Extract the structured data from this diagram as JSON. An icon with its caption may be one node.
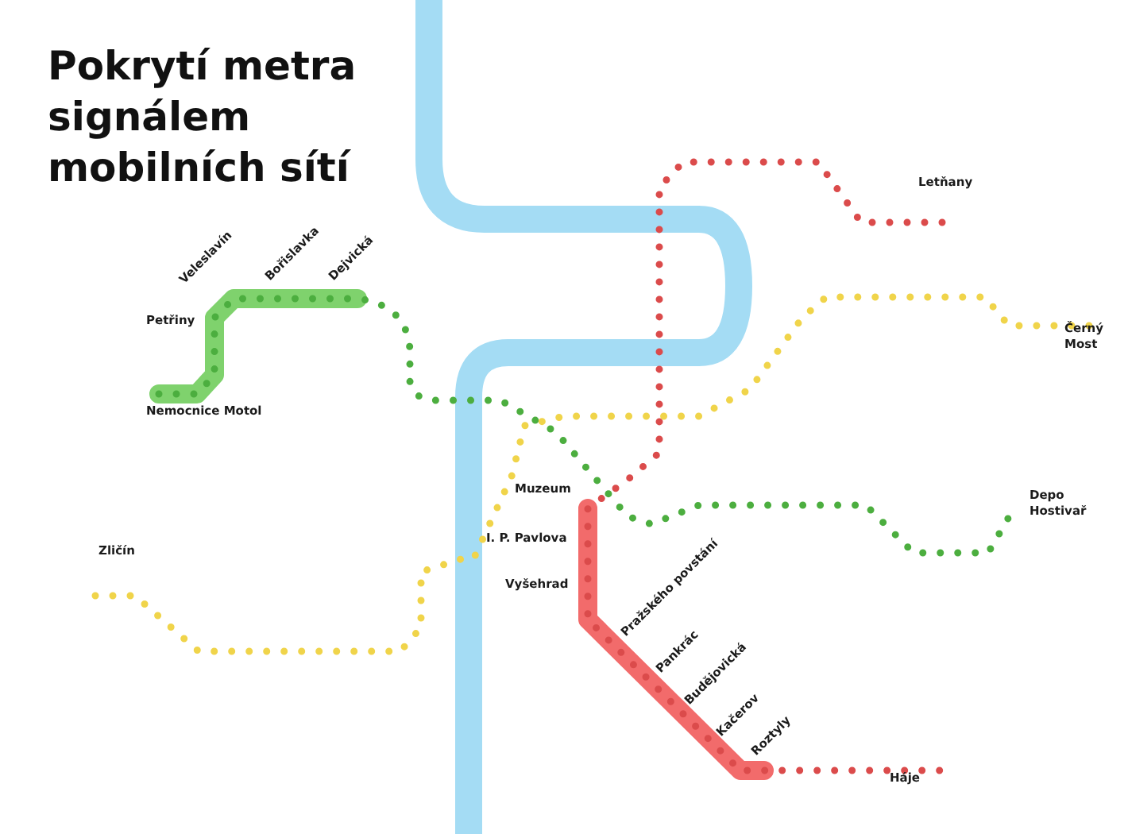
{
  "diagram": {
    "title": "Pokrytí metra signálem mobilních sítí",
    "labels": [
      "Letňany",
      "Veleslavín",
      "Bořislavka",
      "Dejvická",
      "Černý Most",
      "Petřiny",
      "Nemocnice Motol",
      "Muzeum",
      "Depo Hostivař",
      "Zličín",
      "I. P. Pavlova",
      "Vyšehrad",
      "Pražského povstání",
      "Pankrác",
      "Budějovická",
      "Kačerov",
      "Roztyly",
      "Háje"
    ]
  }
}
